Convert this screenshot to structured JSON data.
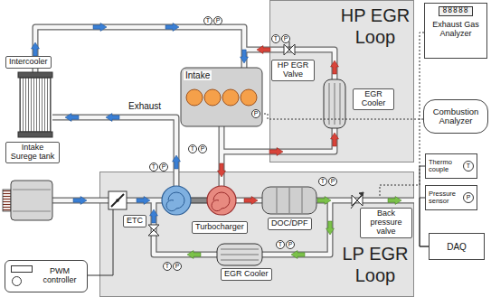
{
  "diagram": {
    "nodes": [
      {
        "text": [
          "HP EGR Loop"
        ]
      },
      {
        "text": [
          "LP EGR Loop"
        ]
      },
      {
        "text": [
          "Intercooler"
        ]
      },
      {
        "text": [
          "HP EGR Valve"
        ],
        "in": 0
      },
      {
        "text": [
          "EGR Cooler"
        ],
        "in": 0
      },
      {
        "text": [
          "Intake Surege tank"
        ]
      },
      {
        "text": [
          "ETC"
        ],
        "in": 1
      },
      {
        "text": [
          "Turbocharger"
        ],
        "in": 1
      },
      {
        "text": [
          "DOC/DPF"
        ],
        "in": 1
      },
      {
        "text": [
          "Back pressure valve"
        ],
        "in": 1
      },
      {
        "text": [
          "EGR Cooler"
        ],
        "in": 1
      },
      {
        "text": [
          "PWM controller"
        ]
      },
      {
        "text": [
          "88888",
          "Exhaust Gas Analyzer"
        ]
      },
      {
        "text": [
          "Combustion Analyzer"
        ]
      },
      {
        "text": [
          "Thermo couple",
          "T"
        ]
      },
      {
        "text": [
          "Pressure sensor",
          "P"
        ]
      },
      {
        "text": [
          "DAQ"
        ]
      }
    ],
    "edges": [
      {
        "from": 14,
        "to": 16,
        "arrow": "none"
      },
      {
        "from": 15,
        "to": 16,
        "arrow": "none"
      }
    ],
    "labels": [
      "Intake",
      "Exhaust",
      "T",
      "P",
      "T",
      "P",
      "T",
      "P",
      "T",
      "P",
      "T",
      "P",
      "T",
      "P",
      "P",
      "T",
      "P"
    ]
  }
}
